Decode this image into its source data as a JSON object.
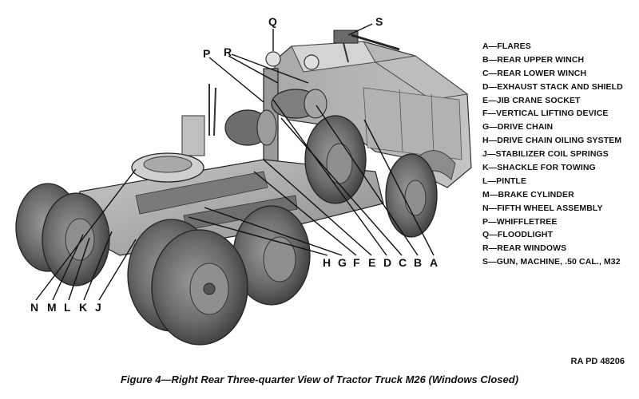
{
  "legend": [
    {
      "letter": "A",
      "text": "A—FLARES"
    },
    {
      "letter": "B",
      "text": "B—REAR UPPER WINCH"
    },
    {
      "letter": "C",
      "text": "C—REAR LOWER WINCH"
    },
    {
      "letter": "D",
      "text": "D—EXHAUST STACK AND SHIELD"
    },
    {
      "letter": "E",
      "text": "E—JIB CRANE SOCKET"
    },
    {
      "letter": "F",
      "text": "F—VERTICAL LIFTING DEVICE"
    },
    {
      "letter": "G",
      "text": "G—DRIVE CHAIN"
    },
    {
      "letter": "H",
      "text": "H—DRIVE CHAIN OILING SYSTEM"
    },
    {
      "letter": "J",
      "text": "J—STABILIZER COIL SPRINGS"
    },
    {
      "letter": "K",
      "text": "K—SHACKLE FOR TOWING"
    },
    {
      "letter": "L",
      "text": "L—PINTLE"
    },
    {
      "letter": "M",
      "text": "M—BRAKE CYLINDER"
    },
    {
      "letter": "N",
      "text": "N—FIFTH WHEEL ASSEMBLY"
    },
    {
      "letter": "P",
      "text": "P—WHIFFLETREE"
    },
    {
      "letter": "Q",
      "text": "Q—FLOODLIGHT"
    },
    {
      "letter": "R",
      "text": "R—REAR WINDOWS"
    },
    {
      "letter": "S",
      "text": "S—GUN, MACHINE, .50 CAL., M32"
    }
  ],
  "callouts": {
    "A": "A",
    "B": "B",
    "C": "C",
    "D": "D",
    "E": "E",
    "F": "F",
    "G": "G",
    "H": "H",
    "J": "J",
    "K": "K",
    "L": "L",
    "M": "M",
    "N": "N",
    "P": "P",
    "Q": "Q",
    "R": "R",
    "S": "S"
  },
  "ref_number": "RA PD 48206",
  "caption": "Figure 4—Right Rear Three-quarter View of Tractor Truck M26 (Windows Closed)",
  "colors": {
    "ink": "#111111",
    "metal_light": "#b9b9b9",
    "metal_mid": "#8d8d8d",
    "metal_dark": "#4a4a4a",
    "tire": "#6b6b6b"
  }
}
